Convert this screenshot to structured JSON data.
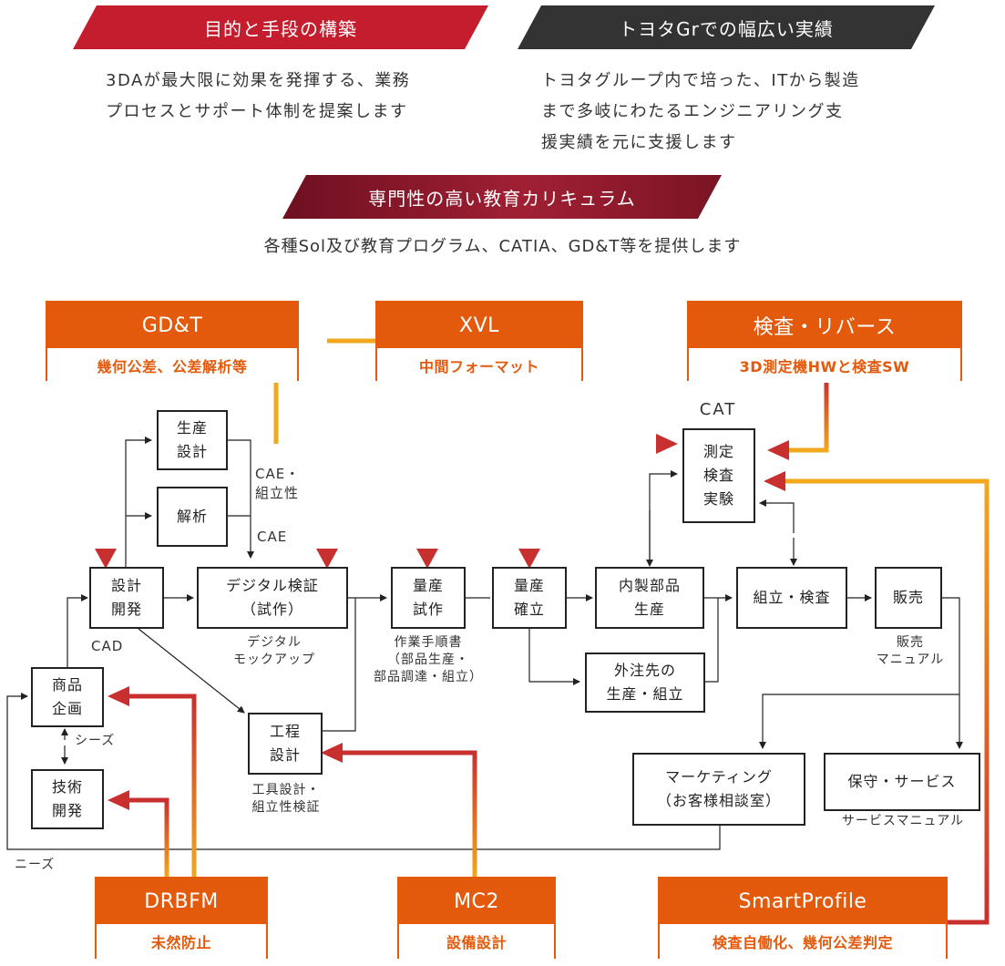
{
  "headers": {
    "goal": {
      "title": "目的と手段の構築",
      "lines": [
        "3DAが最大限に効果を発揮する、業務",
        "プロセスとサポート体制を提案します"
      ],
      "color": "#c41d2e"
    },
    "toyota": {
      "title": "トヨタGrでの幅広い実績",
      "lines": [
        "トヨタグループ内で培った、ITから製造",
        "まで多岐にわたるエンジニアリング支",
        "援実績を元に支援します"
      ],
      "color": "#333333"
    },
    "education": {
      "title": "専門性の高い教育カリキュラム",
      "line": "各種Sol及び教育プログラム、CATIA、GD&T等を提供します",
      "color": "#8b1a2a"
    }
  },
  "products": {
    "gdt": {
      "name": "GD&T",
      "desc": "幾何公差、公差解析等"
    },
    "xvl": {
      "name": "XVL",
      "desc": "中間フォーマット"
    },
    "inspect": {
      "name": "検査・リバース",
      "desc": "3D測定機HWと検査SW"
    },
    "drbfm": {
      "name": "DRBFM",
      "desc": "未然防止"
    },
    "mc2": {
      "name": "MC2",
      "desc": "設備設計"
    },
    "smartprofile": {
      "name": "SmartProfile",
      "desc": "検査自働化、幾何公差判定"
    }
  },
  "boxes": {
    "seisan_sekkei": "生産\n設計",
    "kaiseki": "解析",
    "sokutei": "測定\n検査\n実験",
    "sekkei_kaihatsu": "設計\n開発",
    "digital": "デジタル検証\n（試作）",
    "ryosan_shisaku": "量産\n試作",
    "ryosan_kakuritsu": "量産\n確立",
    "naisei": "内製部品\n生産",
    "kumitate": "組立・検査",
    "hanbai": "販売",
    "gaichu": "外注先の\n生産・組立",
    "shohin": "商品\n企画",
    "gijutsu": "技術\n開発",
    "kotei": "工程\n設計",
    "marketing": "マーケティング\n（お客様相談室）",
    "hoshu": "保守・サービス"
  },
  "labels": {
    "cat": "CAT",
    "cae_kumitate": "CAE・\n組立性",
    "cae": "CAE",
    "cad": "CAD",
    "digital_mockup": "デジタル\nモックアップ",
    "sagyo": "作業手順書\n（部品生産・\n部品調達・組立）",
    "hanbai_manual": "販売\nマニュアル",
    "seeds": "シーズ",
    "kogu": "工具設計・\n組立性検証",
    "service_manual": "サービスマニュアル",
    "needs": "ニーズ"
  },
  "colors": {
    "orange": "#e35a0c",
    "red": "#c8302f",
    "yellow": "#f2a81d",
    "dark": "#222222"
  }
}
